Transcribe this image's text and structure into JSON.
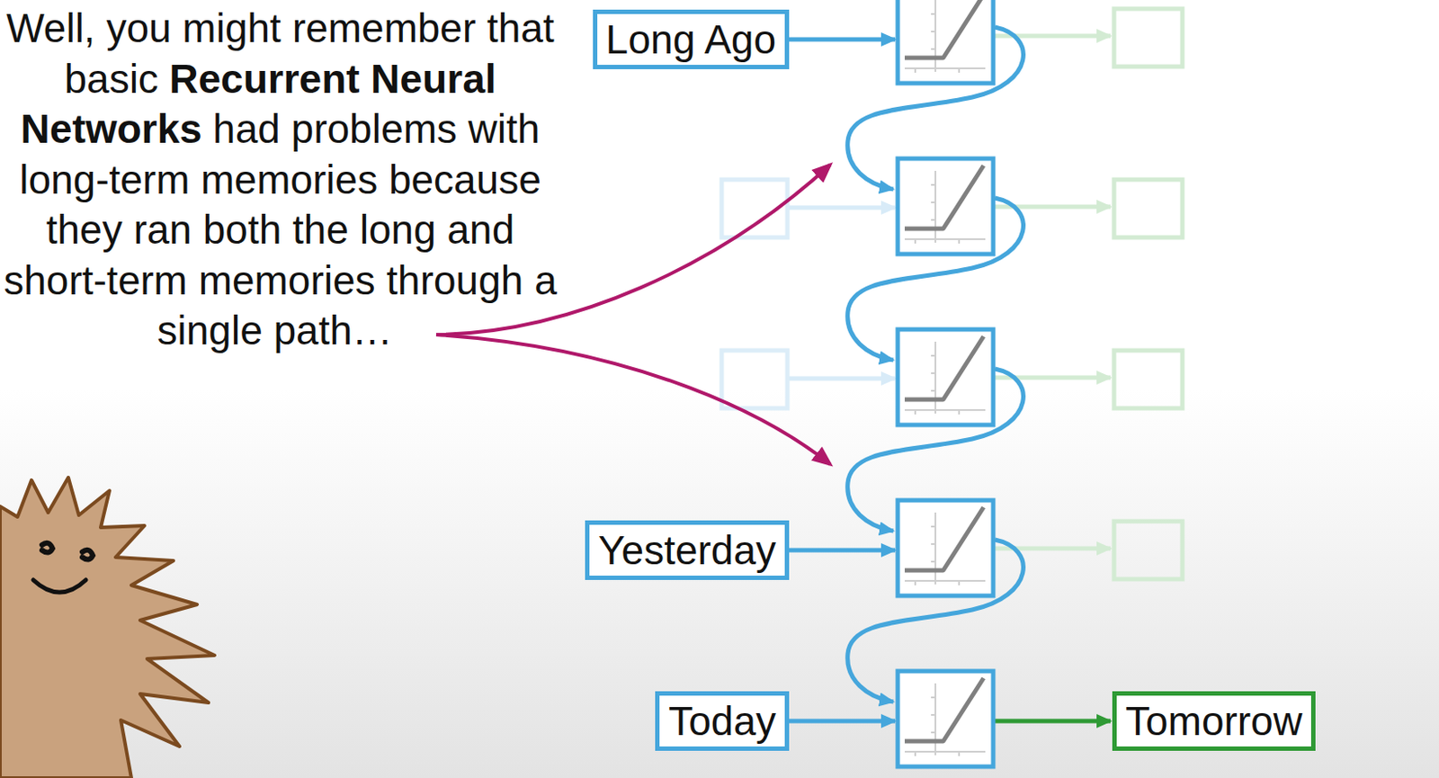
{
  "diagram": {
    "nodes": [
      {
        "text": [
          "Long Ago"
        ]
      },
      {
        "text": [
          "Yesterday"
        ]
      },
      {
        "text": [
          "Today"
        ]
      },
      {
        "text": [
          "Tomorrow"
        ]
      }
    ],
    "labels": [
      "Well, you might remember that basic",
      "Recurrent Neural Networks",
      "had problems with long-term memories because they ran both the long and short-term memories through a single path…"
    ]
  }
}
